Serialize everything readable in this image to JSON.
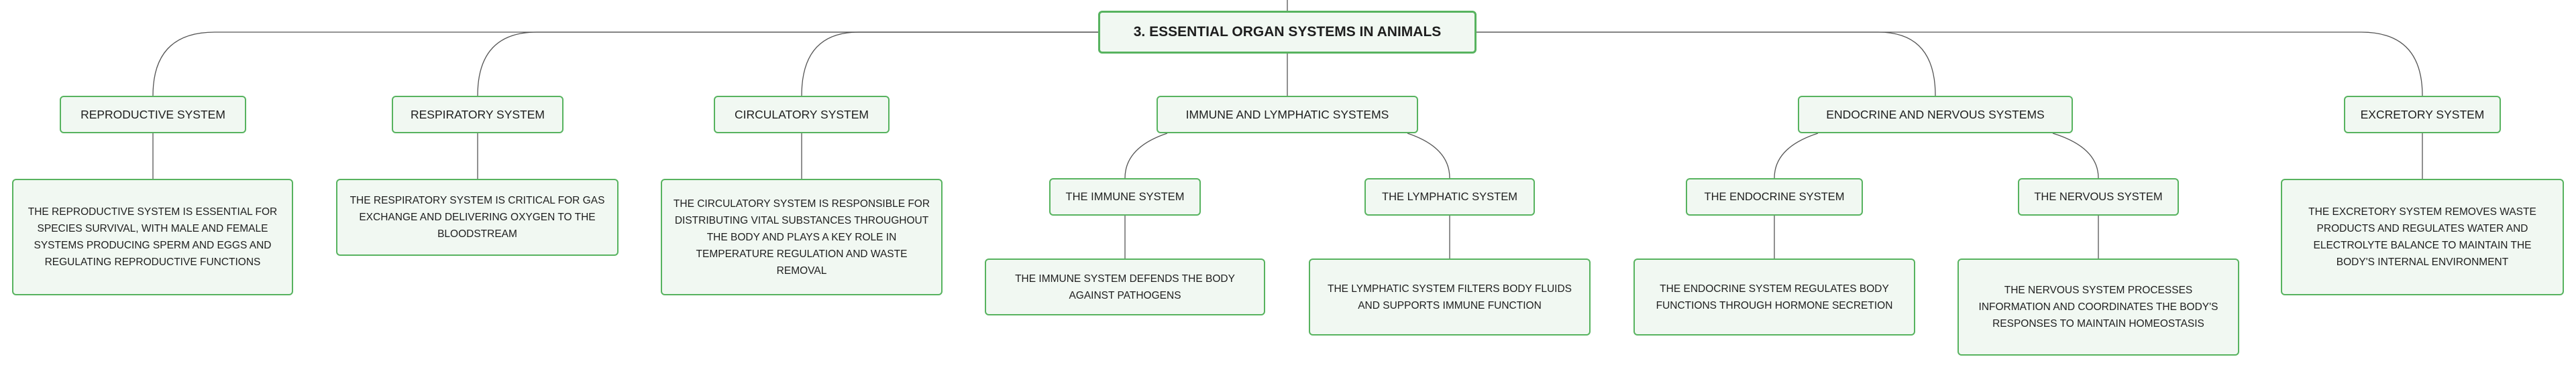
{
  "root": {
    "label": "3. ESSENTIAL ORGAN SYSTEMS IN ANIMALS"
  },
  "categories": {
    "reproductive": {
      "label": "REPRODUCTIVE SYSTEM",
      "desc": "THE REPRODUCTIVE SYSTEM IS ESSENTIAL FOR SPECIES SURVIVAL, WITH MALE AND FEMALE SYSTEMS PRODUCING SPERM AND EGGS AND REGULATING REPRODUCTIVE FUNCTIONS"
    },
    "respiratory": {
      "label": "RESPIRATORY SYSTEM",
      "desc": "THE RESPIRATORY SYSTEM IS CRITICAL FOR GAS EXCHANGE AND DELIVERING OXYGEN TO THE BLOODSTREAM"
    },
    "circulatory": {
      "label": "CIRCULATORY SYSTEM",
      "desc": "THE CIRCULATORY SYSTEM IS RESPONSIBLE FOR DISTRIBUTING VITAL SUBSTANCES THROUGHOUT THE BODY AND PLAYS A KEY ROLE IN TEMPERATURE REGULATION AND WASTE REMOVAL"
    },
    "immune_lymphatic": {
      "label": "IMMUNE AND LYMPHATIC SYSTEMS",
      "immune": {
        "label": "THE IMMUNE SYSTEM",
        "desc": "THE IMMUNE SYSTEM DEFENDS THE BODY AGAINST PATHOGENS"
      },
      "lymphatic": {
        "label": "THE LYMPHATIC SYSTEM",
        "desc": "THE LYMPHATIC SYSTEM FILTERS BODY FLUIDS AND SUPPORTS IMMUNE FUNCTION"
      }
    },
    "endocrine_nervous": {
      "label": "ENDOCRINE AND NERVOUS SYSTEMS",
      "endocrine": {
        "label": "THE ENDOCRINE SYSTEM",
        "desc": "THE ENDOCRINE SYSTEM REGULATES BODY FUNCTIONS THROUGH HORMONE SECRETION"
      },
      "nervous": {
        "label": "THE NERVOUS SYSTEM",
        "desc": "THE NERVOUS SYSTEM PROCESSES INFORMATION AND COORDINATES THE BODY'S RESPONSES TO MAINTAIN HOMEOSTASIS"
      }
    },
    "excretory": {
      "label": "EXCRETORY SYSTEM",
      "desc": "THE EXCRETORY SYSTEM REMOVES WASTE PRODUCTS AND REGULATES WATER AND ELECTROLYTE BALANCE TO MAINTAIN THE BODY'S INTERNAL ENVIRONMENT"
    }
  },
  "colors": {
    "node_fill": "#f1f8f2",
    "node_border": "#57b35f",
    "connector": "#555555",
    "text": "#1e1e1e"
  }
}
